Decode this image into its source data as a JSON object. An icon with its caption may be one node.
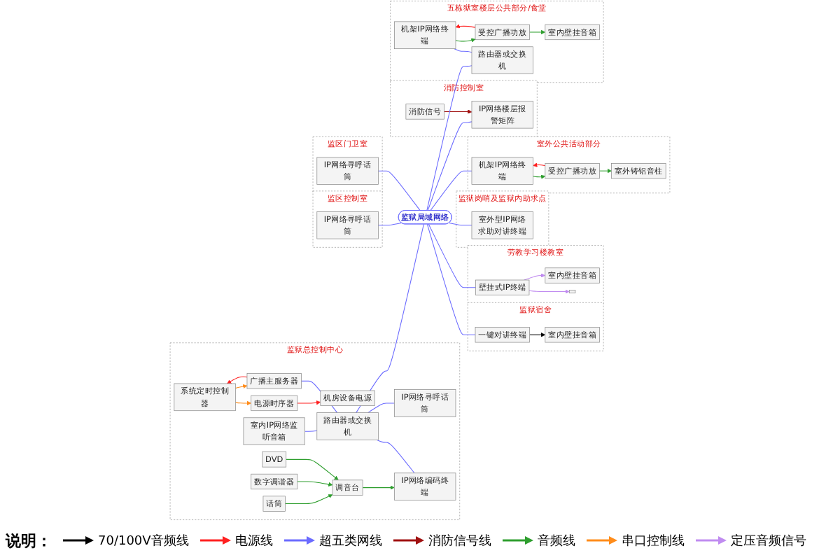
{
  "diagram": {
    "nodes": [
      {
        "text": [
          "监狱总控制中心"
        ]
      },
      {
        "text": [
          "电源时序器"
        ],
        "in": 0
      },
      {
        "text": [
          "机房设备电源"
        ],
        "in": 0
      },
      {
        "text": [
          "系统定时控制器"
        ],
        "in": 0
      },
      {
        "text": [
          "广播主服务器"
        ],
        "in": 0
      },
      {
        "text": [
          "室内IP网络监听音箱"
        ],
        "in": 0
      },
      {
        "text": [
          "路由器或交换机"
        ],
        "in": 0
      },
      {
        "text": [
          "DVD"
        ],
        "in": 0
      },
      {
        "text": [
          "数字调谐器"
        ],
        "in": 0
      },
      {
        "text": [
          "话筒"
        ],
        "in": 0
      },
      {
        "text": [
          "调音台"
        ],
        "in": 0
      },
      {
        "text": [
          "IP网络编码终端"
        ],
        "in": 0
      },
      {
        "text": [
          "IP网络寻呼话筒"
        ],
        "in": 0
      },
      {
        "text": [
          "监区控制室"
        ]
      },
      {
        "text": [
          "IP网络寻呼话筒"
        ],
        "in": 13
      },
      {
        "text": [
          "监区门卫室"
        ]
      },
      {
        "text": [
          "IP网络寻呼话筒"
        ],
        "in": 15
      },
      {
        "text": [
          "监狱局域网络"
        ]
      },
      {
        "text": [
          "监狱宿舍"
        ]
      },
      {
        "text": [
          "一键对讲终端"
        ],
        "in": 18
      },
      {
        "text": [
          "室内壁挂音箱"
        ],
        "in": 18
      },
      {
        "text": [
          "消防控制室"
        ]
      },
      {
        "text": [
          "IP网络楼层报警矩阵"
        ],
        "in": 21
      },
      {
        "text": [
          "消防信号"
        ],
        "in": 21
      },
      {
        "text": [
          "五栋狱室楼层公共部分/食堂"
        ]
      },
      {
        "text": [
          "机架IP网络终端"
        ],
        "in": 24
      },
      {
        "text": [
          "路由器或交换机"
        ],
        "in": 24
      },
      {
        "text": [
          "受控广播功放"
        ],
        "in": 24
      },
      {
        "text": [
          "室内壁挂音箱"
        ],
        "in": 24
      },
      {
        "text": [
          "劳教学习楼教室"
        ]
      },
      {
        "text": [
          "壁挂式IP终端"
        ],
        "in": 29
      },
      {
        "text": [],
        "shape": "box",
        "in": 29
      },
      {
        "text": [
          "室内壁挂音箱"
        ],
        "in": 29
      },
      {
        "text": [
          "监狱岗哨及监狱内助求点"
        ]
      },
      {
        "text": [
          "室外型IP网络求助对讲终端"
        ],
        "in": 33
      },
      {
        "text": [
          "室外公共活动部分"
        ]
      },
      {
        "text": [
          "机架IP网络终端"
        ],
        "in": 35
      },
      {
        "text": [
          "受控广播功放"
        ],
        "in": 35
      },
      {
        "text": [
          "室外铸铝音柱"
        ],
        "in": 35
      }
    ],
    "edges": [
      {
        "from": 1,
        "to": 2,
        "arrow": "to",
        "color": "#ff2020"
      },
      {
        "from": 3,
        "to": 1,
        "arrow": "to",
        "color": "#ff8c1a"
      },
      {
        "from": 3,
        "to": 4,
        "arrow": "to",
        "color": "#ff8c1a"
      },
      {
        "from": 4,
        "to": 3,
        "arrow": "to",
        "color": "#ff2020"
      },
      {
        "from": 4,
        "to": 6,
        "arrow": "none"
      },
      {
        "from": 5,
        "to": 6,
        "arrow": "none"
      },
      {
        "from": 7,
        "to": 10,
        "arrow": "to",
        "color": "#2e9e2e"
      },
      {
        "from": 8,
        "to": 10,
        "arrow": "to",
        "color": "#2e9e2e"
      },
      {
        "from": 9,
        "to": 10,
        "arrow": "to",
        "color": "#2e9e2e"
      },
      {
        "from": 10,
        "to": 11,
        "arrow": "to",
        "color": "#2e9e2e"
      },
      {
        "from": 6,
        "to": 11,
        "arrow": "none"
      },
      {
        "from": 6,
        "to": 12,
        "arrow": "none"
      },
      {
        "from": 6,
        "to": 17,
        "arrow": "none"
      },
      {
        "from": 14,
        "to": 17,
        "arrow": "none"
      },
      {
        "from": 16,
        "to": 17,
        "arrow": "none"
      },
      {
        "from": 17,
        "to": 19,
        "arrow": "none"
      },
      {
        "from": 19,
        "to": 20,
        "arrow": "to",
        "color": "#000000"
      },
      {
        "from": 17,
        "to": 22,
        "arrow": "none"
      },
      {
        "from": 23,
        "to": 22,
        "arrow": "to",
        "color": "#a01010"
      },
      {
        "from": 17,
        "to": 26,
        "arrow": "none"
      },
      {
        "from": 25,
        "to": 26,
        "arrow": "none"
      },
      {
        "from": 27,
        "to": 25,
        "arrow": "to",
        "color": "#ff2020"
      },
      {
        "from": 25,
        "to": 27,
        "arrow": "to",
        "color": "#2e9e2e"
      },
      {
        "from": 27,
        "to": 28,
        "arrow": "to",
        "color": "#2e9e2e"
      },
      {
        "from": 17,
        "to": 30,
        "arrow": "none"
      },
      {
        "from": 30,
        "to": 31,
        "arrow": "to",
        "color": "#c08cf0"
      },
      {
        "from": 30,
        "to": 32,
        "arrow": "to",
        "color": "#c08cf0"
      },
      {
        "from": 17,
        "to": 34,
        "arrow": "none"
      },
      {
        "from": 17,
        "to": 36,
        "arrow": "none"
      },
      {
        "from": 37,
        "to": 36,
        "arrow": "to",
        "color": "#ff2020"
      },
      {
        "from": 36,
        "to": 37,
        "arrow": "to",
        "color": "#2e9e2e"
      },
      {
        "from": 37,
        "to": 38,
        "arrow": "to",
        "color": "#2e9e2e"
      }
    ],
    "labels": [
      "说明："
    ],
    "legend": [
      {
        "text": "70/100V音频线"
      },
      {
        "text": "电源线"
      },
      {
        "text": "超五类网线"
      },
      {
        "text": "消防信号线"
      },
      {
        "text": "音频线"
      },
      {
        "text": "串口控制线"
      },
      {
        "text": "定压音频信号"
      }
    ]
  }
}
